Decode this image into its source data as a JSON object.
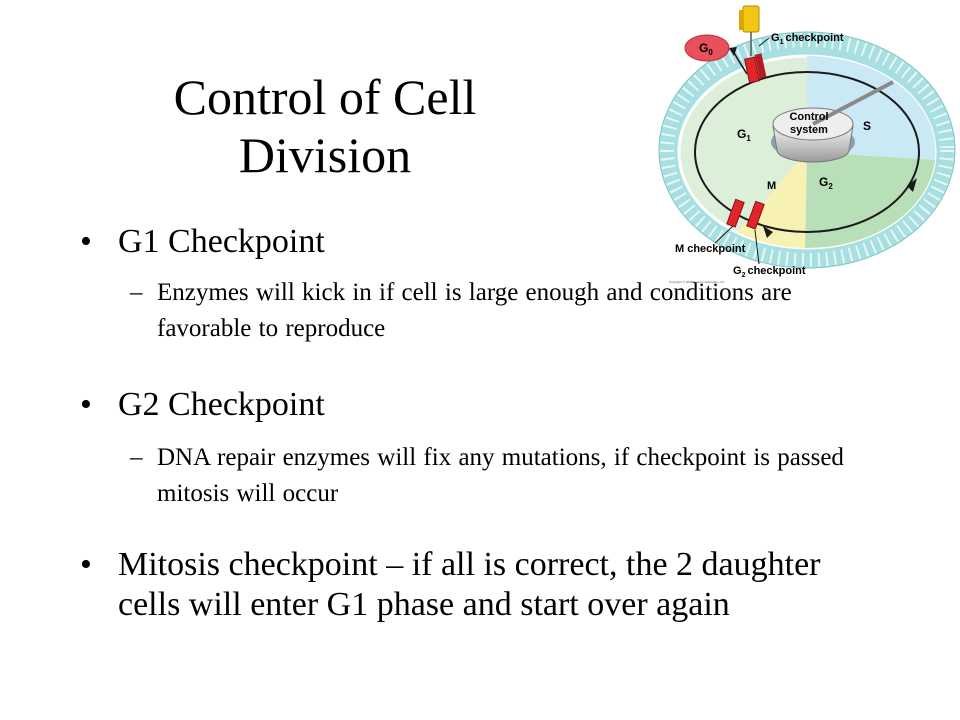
{
  "slide": {
    "title": "Control of Cell Division",
    "bullets": [
      {
        "text": "G1 Checkpoint",
        "sub": "Enzymes will kick in if cell is large enough and conditions are favorable to reproduce"
      },
      {
        "text": "G2 Checkpoint",
        "sub": "DNA repair enzymes will fix any mutations, if checkpoint is passed mitosis will occur"
      },
      {
        "text": "Mitosis checkpoint – if all is correct, the 2 daughter cells will enter G1 phase and start over again"
      }
    ],
    "bullet_glyph": "•",
    "dash_glyph": "–"
  },
  "diagram": {
    "labels": {
      "g0": "G",
      "g0_sub": "0",
      "g1_checkpoint": "checkpoint",
      "g1_checkpoint_prefix": "G",
      "g1_checkpoint_sub": "1",
      "control_system_1": "Control",
      "control_system_2": "system",
      "s_phase": "S",
      "g1_phase": "G",
      "g1_phase_sub": "1",
      "g2_phase": "G",
      "g2_phase_sub": "2",
      "m_phase": "M",
      "m_checkpoint": "M checkpoint",
      "g2_checkpoint_prefix": "G",
      "g2_checkpoint_sub": "2",
      "g2_checkpoint": "checkpoint",
      "copyright": "Copyright © 2008 Pearson Education, Inc."
    },
    "colors": {
      "outer_ring": "#a8dfe0",
      "g1_region": "#dcefd9",
      "s_region": "#cbe9f5",
      "g2_region": "#b9dfb8",
      "m_region": "#f7f2b3",
      "checkpoint": "#e0262b",
      "g0_circle": "#e8505b",
      "signal_light": "#f3c515"
    }
  }
}
